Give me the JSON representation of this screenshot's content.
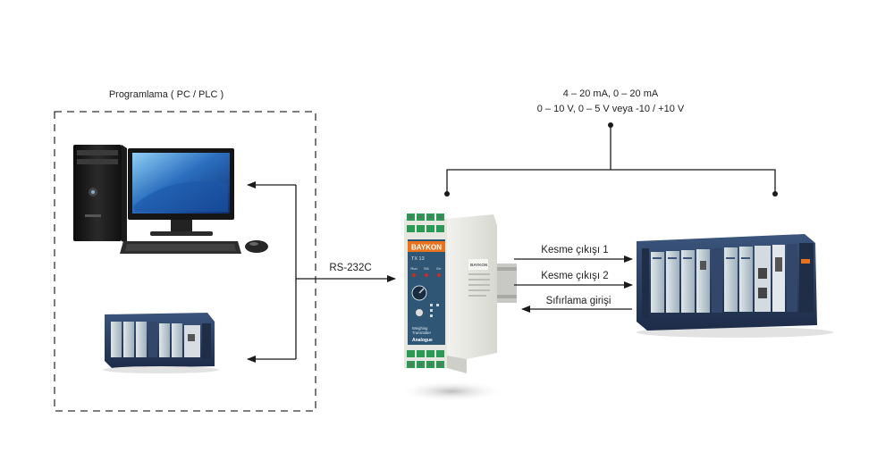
{
  "group_box": {
    "title": "Programlama ( PC / PLC )"
  },
  "links": {
    "rs232": "RS-232C",
    "cut1": "Kesme çıkışı 1",
    "cut2": "Kesme çıkışı 2",
    "reset": "Sıfırlama girişi"
  },
  "analog_output": {
    "line1": "4 – 20 mA,  0 – 20 mA",
    "line2": "0 – 10 V, 0 – 5 V veya  -10 / +10 V"
  },
  "transmitter": {
    "brand": "BAYKON",
    "model": "TX 13",
    "led_labels": [
      "Run",
      "St1",
      "Err"
    ],
    "caption_line1": "Weighing",
    "caption_line2": "Transmitter",
    "variant": "Analogue"
  },
  "colors": {
    "line": "#1a1a1a",
    "baykon_orange": "#e8731e",
    "panel_blue": "#2f5675",
    "plc_blue": "#2a3f63",
    "screen_blue": "#2c6fbf"
  }
}
